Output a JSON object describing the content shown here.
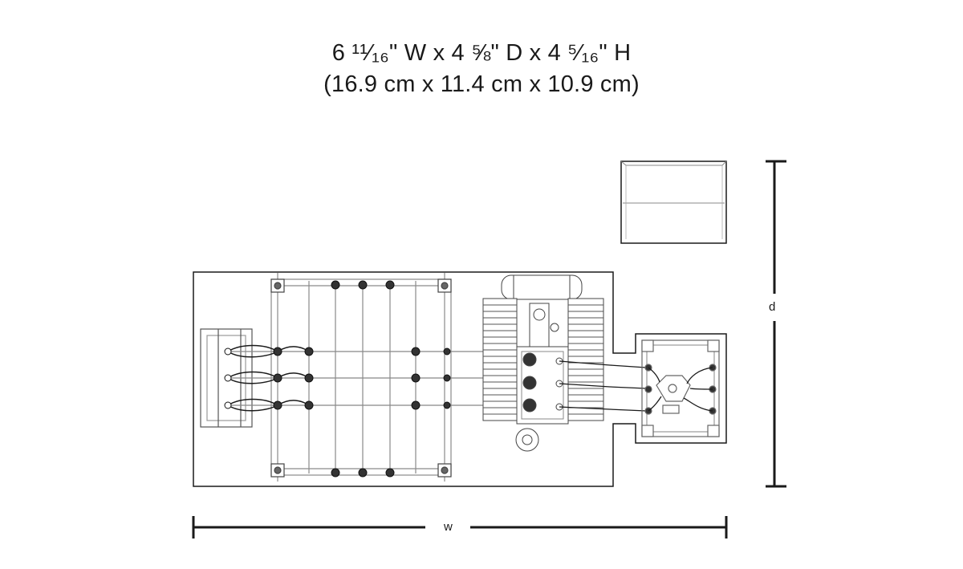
{
  "dimensions": {
    "imperial": "6 ¹¹⁄₁₆\" W x 4 ⅝\" D x 4 ⁵⁄₁₆\" H",
    "metric": "(16.9 cm x 11.4 cm x 10.9 cm)"
  },
  "axis_labels": {
    "width": "w",
    "depth": "d"
  },
  "colors": {
    "line": "#1a1a1a",
    "structure": "#7a7a7a",
    "background": "#ffffff"
  }
}
